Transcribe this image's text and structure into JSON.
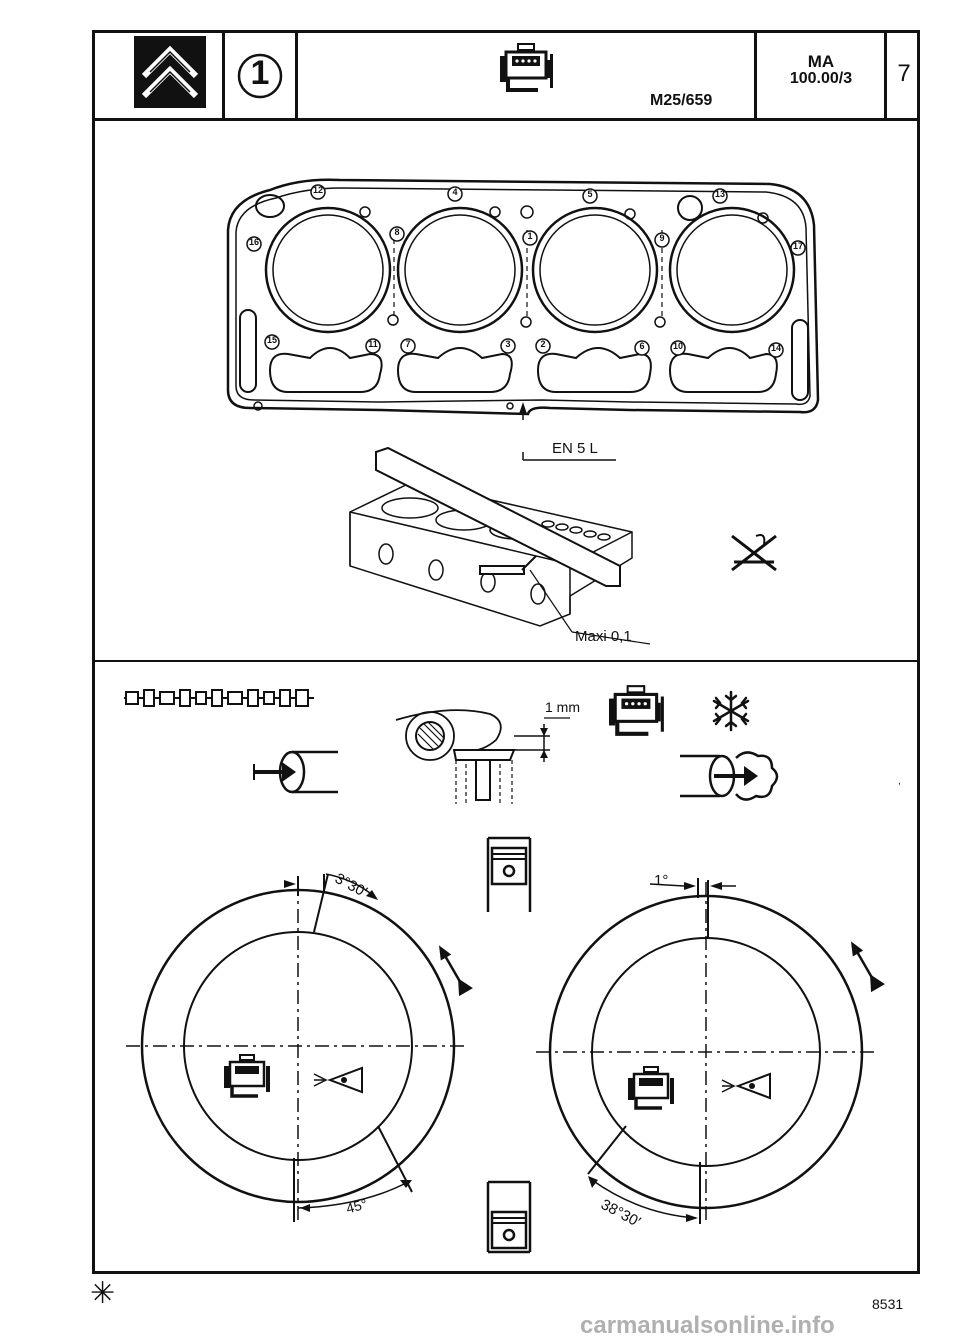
{
  "header": {
    "index_number": "1",
    "engine_code": "M25/659",
    "ref_code": "MA",
    "ref_number": "100.00/3",
    "page_number": "7"
  },
  "gasket": {
    "bolt_numbers": [
      "12",
      "4",
      "5",
      "13",
      "16",
      "8",
      "1",
      "9",
      "17",
      "15",
      "11",
      "7",
      "3",
      "2",
      "6",
      "10",
      "14"
    ],
    "marking_label": "EN 5 L"
  },
  "flatness": {
    "tolerance_label": "Maxi 0,1"
  },
  "clearance": {
    "gap_label": "1 mm"
  },
  "timing_left": {
    "top_angle": "3°30′",
    "bottom_angle": "45°"
  },
  "timing_right": {
    "top_angle": "1°",
    "bottom_angle": "38°30′"
  },
  "footer": {
    "asterisk": "✳",
    "doc_number": "8531",
    "watermark": "carmanualsonline.info"
  }
}
